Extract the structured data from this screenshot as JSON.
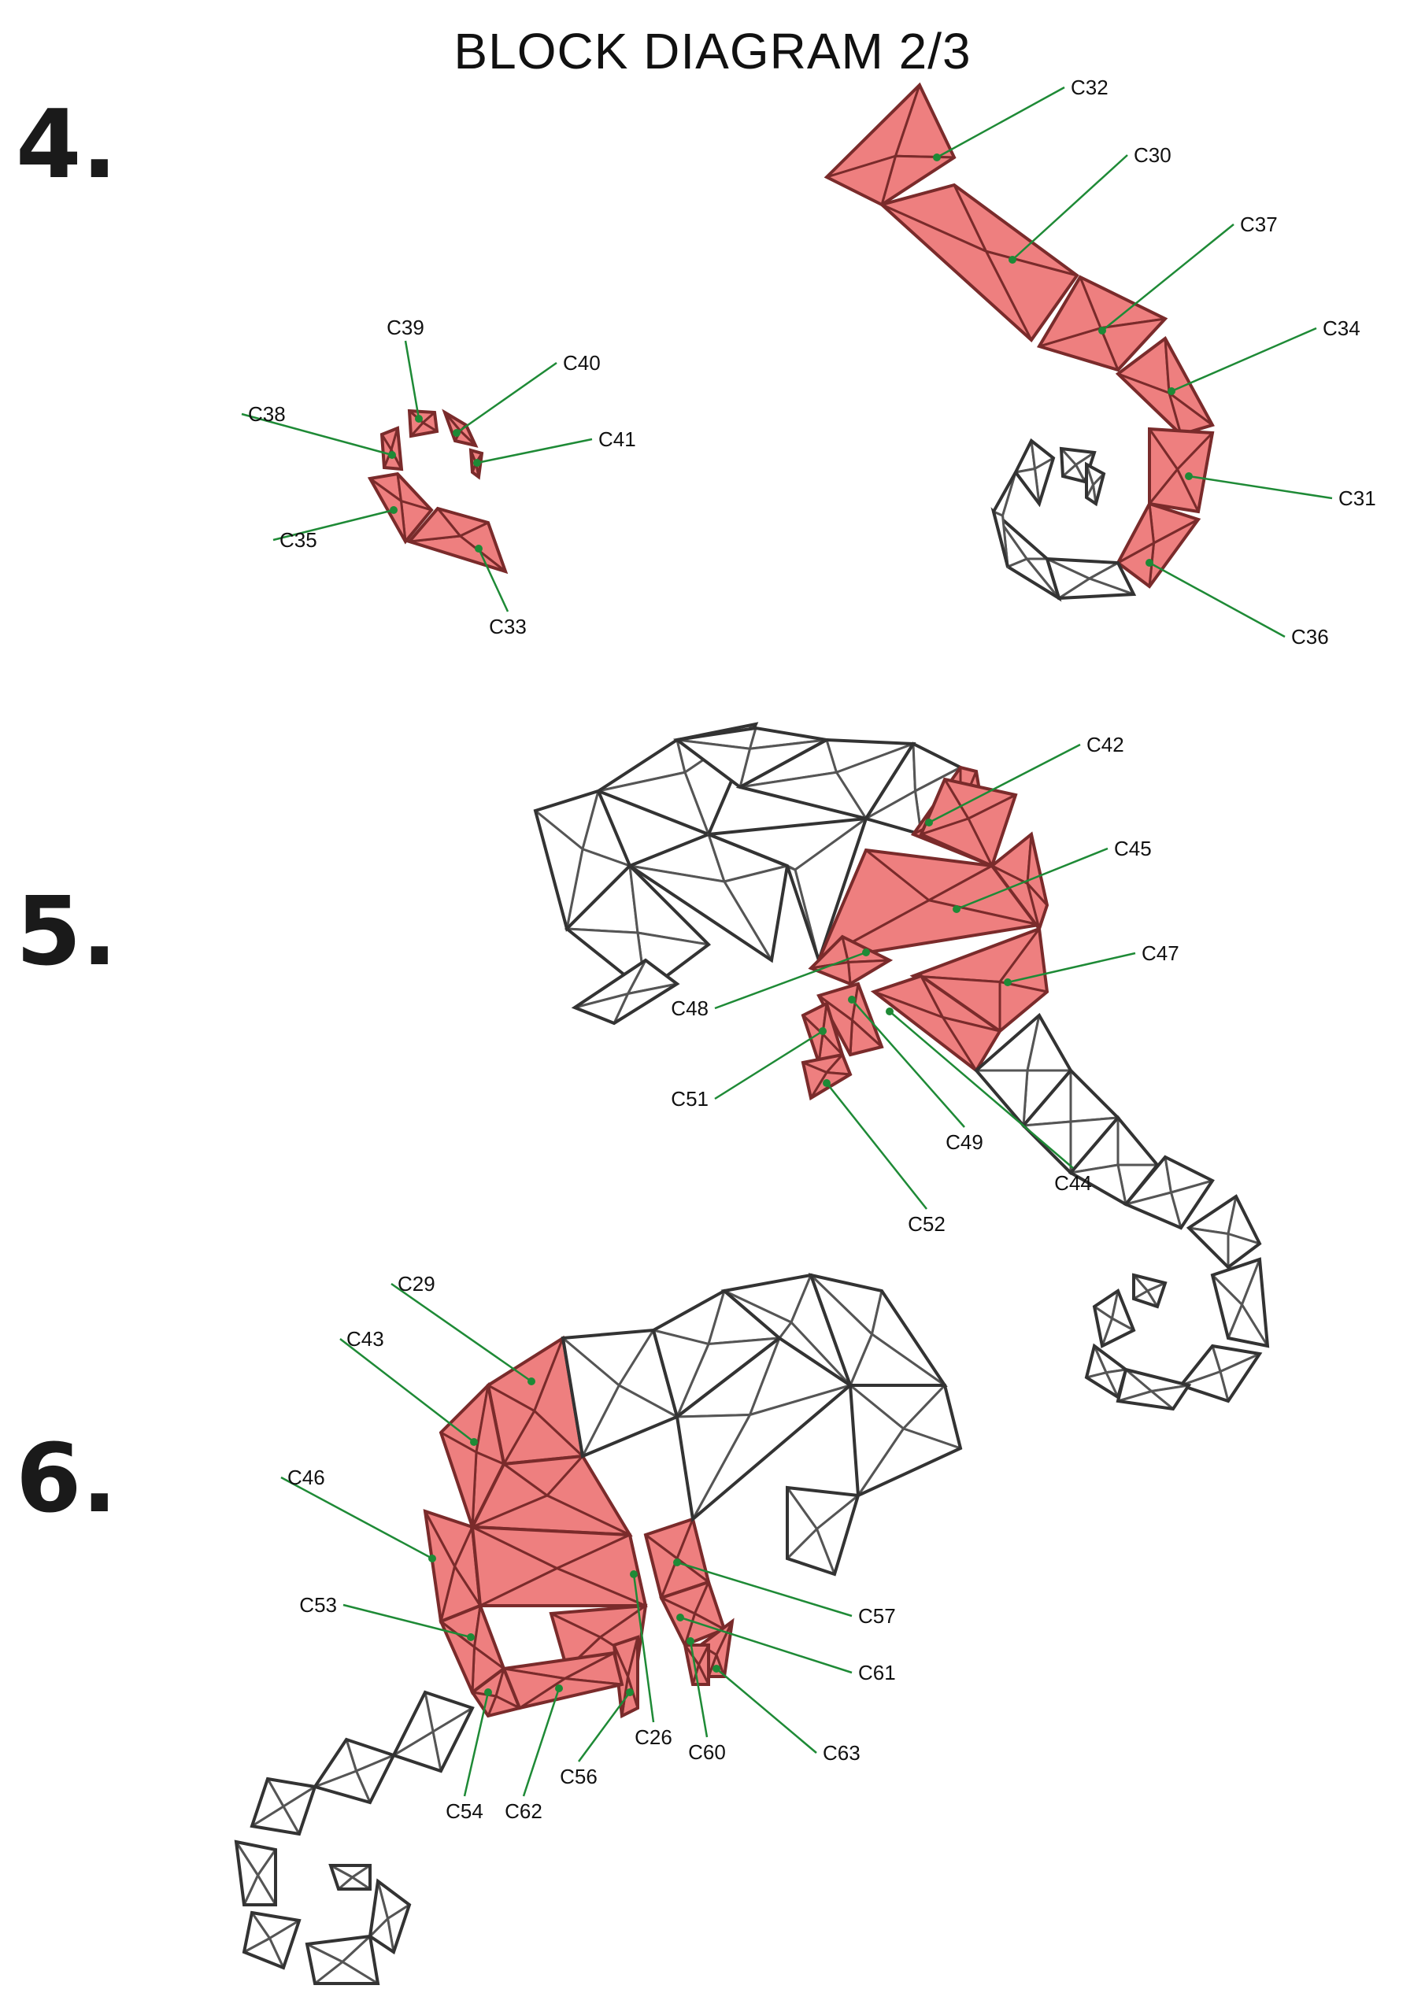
{
  "title": "BLOCK DIAGRAM 2/3",
  "colors": {
    "highlight_fill": "#ee7f7f",
    "highlight_stroke": "#7a2b2b",
    "outline_fill": "#ffffff",
    "outline_stroke": "#555555",
    "leader_line": "#1e8a36",
    "leader_dot": "#1e8a36"
  },
  "steps": [
    {
      "number": "4.",
      "callouts": [
        "C39",
        "C40",
        "C38",
        "C41",
        "C35",
        "C33",
        "C32",
        "C30",
        "C37",
        "C34",
        "C31",
        "C36"
      ]
    },
    {
      "number": "5.",
      "callouts": [
        "C42",
        "C45",
        "C47",
        "C48",
        "C51",
        "C49",
        "C44",
        "C52"
      ]
    },
    {
      "number": "6.",
      "callouts": [
        "C29",
        "C43",
        "C46",
        "C53",
        "C57",
        "C61",
        "C63",
        "C26",
        "C60",
        "C56",
        "C54",
        "C62"
      ]
    }
  ]
}
